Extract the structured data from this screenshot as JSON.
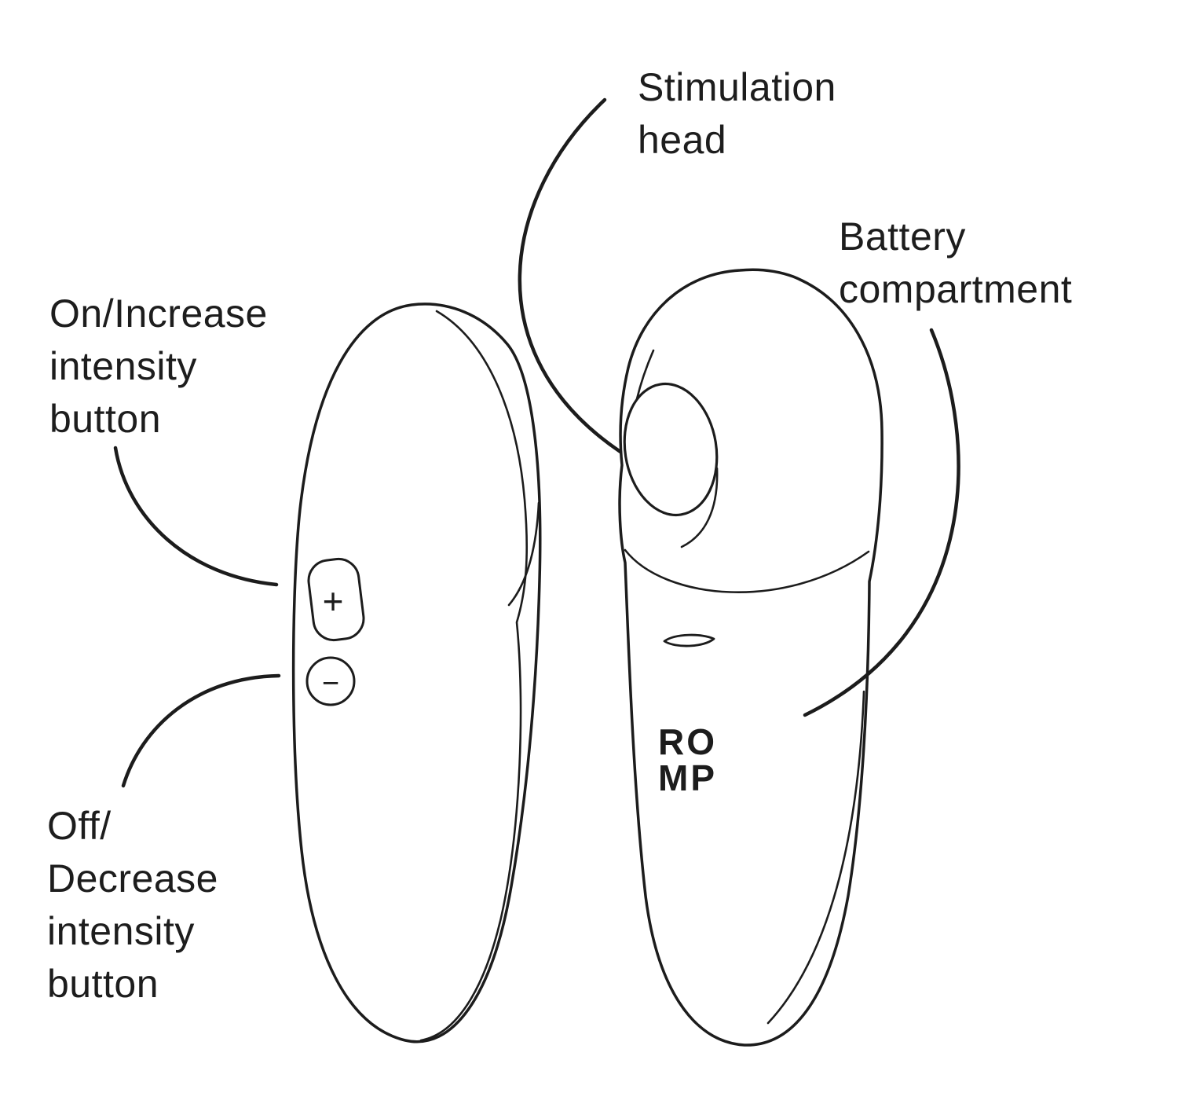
{
  "page": {
    "background": "#ffffff",
    "ink_color": "#1c1c1c"
  },
  "labels": {
    "stimulation_head": "Stimulation\nhead",
    "battery_compartment": "Battery\ncompartment",
    "on_increase": "On/Increase\nintensity\nbutton",
    "off_decrease": "Off/\nDecrease\nintensity\nbutton"
  },
  "device": {
    "brand_line1": "RO",
    "brand_line2": "MP",
    "increase_button_glyph": "+",
    "decrease_button_glyph": "−"
  }
}
